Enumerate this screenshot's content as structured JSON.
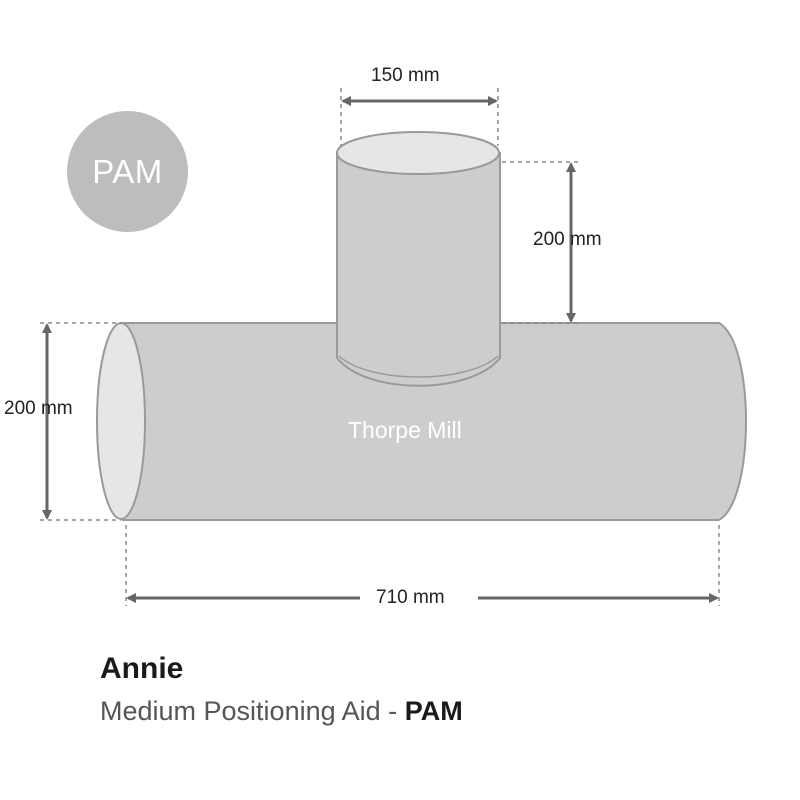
{
  "badge": {
    "label": "PAM",
    "color": "#bdbdbd"
  },
  "brand": "Thorpe Mill",
  "dimensions": {
    "top_width": "150 mm",
    "top_height": "200 mm",
    "body_diameter": "200 mm",
    "body_length": "710 mm"
  },
  "product": {
    "name": "Annie",
    "description": "Medium Positioning Aid",
    "separator": "-",
    "code": "PAM"
  },
  "colors": {
    "body_fill": "#cdcdcd",
    "body_outline": "#9a9a9a",
    "end_cap_fill": "#e6e6e6",
    "arrow": "#666666",
    "guide_line": "#8a8a8a"
  }
}
